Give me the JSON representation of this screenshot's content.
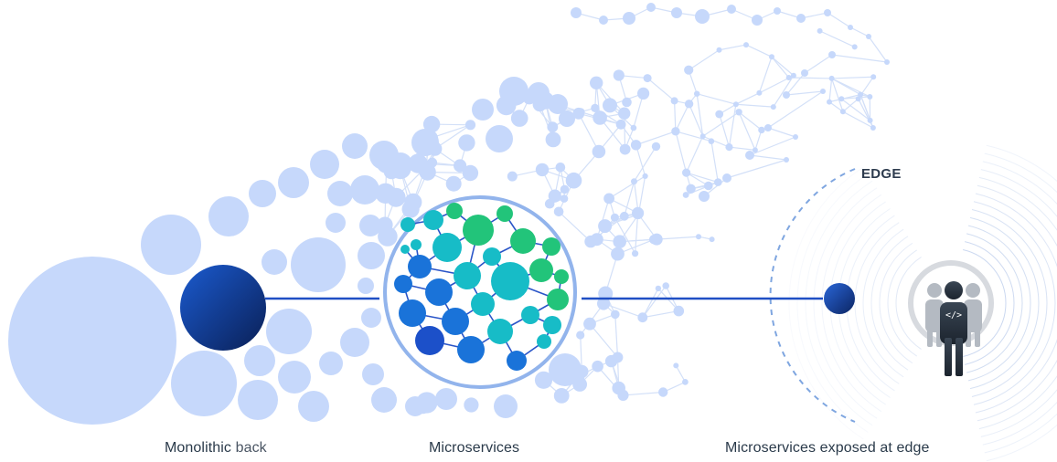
{
  "diagram": {
    "captions": {
      "monolithic_main": "Monolithic ",
      "monolithic_accent": "back",
      "microservices": "Microservices",
      "exposed": "Microservices exposed at edge"
    },
    "edge_label": "EDGE",
    "developer_badge": "</>",
    "colors": {
      "bubble": "#c6d8fb",
      "link": "#d3e0f8",
      "monolith_dark": "#0b2a6b",
      "monolith_light": "#1b59c9",
      "connector": "#1f4fc4",
      "edge_ring": "#7fa6e0",
      "green": "#22c47a",
      "teal": "#17bcc7",
      "blue": "#1a73d9"
    },
    "icons": [
      "monolith-sphere-icon",
      "microservice-mesh-icon",
      "edge-node-icon",
      "developer-group-icon"
    ]
  }
}
